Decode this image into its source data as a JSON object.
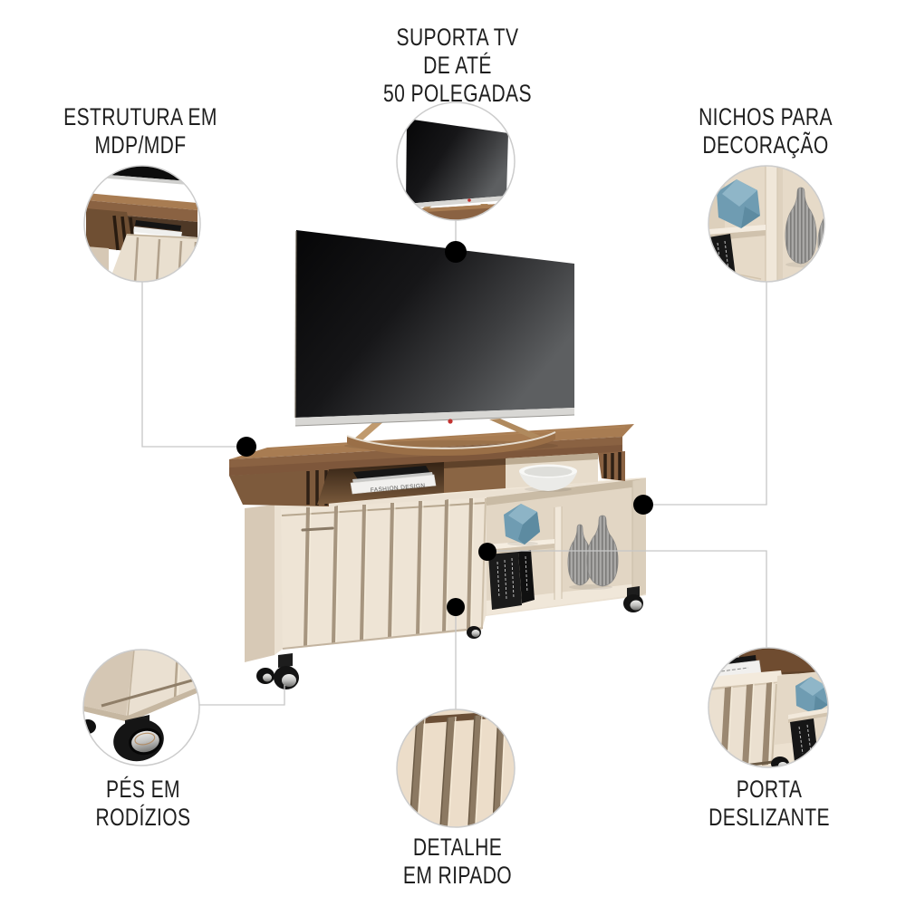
{
  "page": {
    "type": "product-infographic",
    "background": "#ffffff"
  },
  "labels": {
    "suporta_tv": {
      "lines": [
        "SUPORTA TV",
        "DE ATÉ",
        "50 POLEGADAS"
      ]
    },
    "estrutura": {
      "lines": [
        "ESTRUTURA EM",
        "MDP/MDF"
      ]
    },
    "nichos": {
      "lines": [
        "NICHOS PARA",
        "DECORAÇÃO"
      ]
    },
    "pes": {
      "lines": [
        "PÉS EM",
        "RODÍZIOS"
      ]
    },
    "detalhe": {
      "lines": [
        "DETALHE",
        "EM RIPADO"
      ]
    },
    "porta": {
      "lines": [
        "PORTA",
        "DESLIZANTE"
      ]
    }
  },
  "product": {
    "description": "TV stand with wood top, slatted sliding door, decorative niches and caster feet",
    "book_spine_text": "FASHION DESIGN"
  },
  "colors": {
    "background": "#ffffff",
    "label_text": "#1e1e1e",
    "connector_line": "#c6c6c6",
    "callout_dot": "#000000",
    "callout_ring": "#cccccc",
    "wood_top": "#a87c52",
    "wood_front": "#8a6242",
    "wood_dark": "#4e3826",
    "cream_front": "#ebe1d2",
    "cream_door": "#eee4d5",
    "cream_side": "#d7c9b6",
    "door_groove": "#a6957f",
    "tv_screen": "#0b0b0c",
    "tv_silver": "#d8d7d4",
    "logo_red": "#c23230",
    "vase_blue": "#6f9cb2",
    "vase_gray": "#a9a8a6",
    "chrome": "#c2c2c0",
    "book_black": "#161616",
    "book_white": "#f1f0ee"
  }
}
